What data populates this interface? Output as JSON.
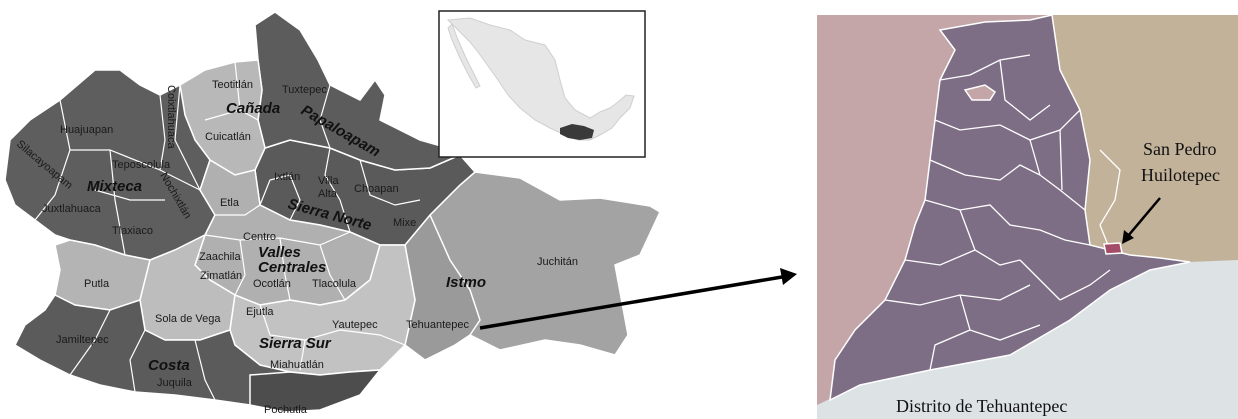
{
  "map": {
    "regions": {
      "mixteca": "Mixteca",
      "canada": "Cañada",
      "papaloapam": "Papaloapam",
      "sierra_norte": "Sierra Norte",
      "valles_centrales_1": "Valles",
      "valles_centrales_2": "Centrales",
      "istmo": "Istmo",
      "sierra_sur": "Sierra Sur",
      "costa": "Costa"
    },
    "districts": {
      "huajuapan": "Huajuapan",
      "silacayoapam": "Silacayoapam",
      "coixtlahuaca": "Coixtlahuaca",
      "teotitlan": "Teotitlán",
      "tuxtepec": "Tuxtepec",
      "teposcolula": "Teposcolula",
      "cuicatlan": "Cuicatlán",
      "ixtlan": "Ixtlán",
      "villa_alta_1": "Villa",
      "villa_alta_2": "Alta",
      "choapan": "Choapan",
      "juxtlahuaca": "Juxtlahuaca",
      "nochixtlan": "Nochixtlán",
      "etla": "Etla",
      "mixe": "Mixe",
      "tlaxiaco": "Tlaxiaco",
      "centro": "Centro",
      "zaachila": "Zaachila",
      "zimatlan": "Zimatlán",
      "ocotlan": "Ocotlán",
      "tlacolula": "Tlacolula",
      "putla": "Putla",
      "juchitan": "Juchitán",
      "sola_de_vega": "Sola de Vega",
      "ejutla": "Ejutla",
      "yautepec": "Yautepec",
      "tehuantepec": "Tehuantepec",
      "jamiltepec": "Jamiltepec",
      "miahuatlan": "Miahuatlán",
      "juquila": "Juquila",
      "pochutla": "Pochutla"
    }
  },
  "detail": {
    "callout_line1": "San Pedro",
    "callout_line2": "Huilotepec",
    "caption": "Distrito de Tehuantepec"
  },
  "colors": {
    "dark_gray": "#5a5a5a",
    "mid_gray": "#7c7c7c",
    "light_gray": "#b4b4b4",
    "istmo_gray": "#a3a3a3",
    "purple": "#7d6e86",
    "pink": "#c4a6a8",
    "tan": "#c3b29a",
    "sea": "#dde2e4",
    "highlight": "#a34d68"
  }
}
